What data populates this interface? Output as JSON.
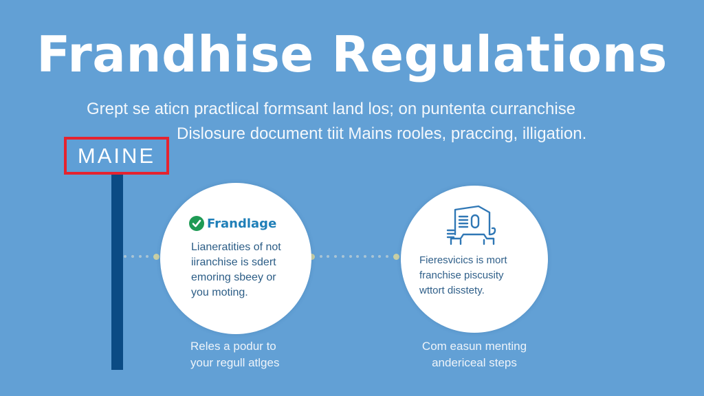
{
  "header": {
    "title": "Frandhise Regulations",
    "subtitle_lines": [
      "Grept se aticn practlical formsant land los; on puntenta curranchise",
      "Dislosure document tiit Mains rooles, praccing, illigation."
    ]
  },
  "sign": {
    "label": "MAINE",
    "border_color": "#e5232f",
    "pole_color": "#0b4b84"
  },
  "cards": [
    {
      "icon": "checkmark-icon",
      "brand": "Frandlage",
      "lines": [
        "Lianeratities of not",
        "iiranchise is sdert",
        "emoring sbeey or",
        "you moting."
      ],
      "caption_lines": [
        "Reles a podur to",
        "your regull atlges"
      ]
    },
    {
      "icon": "building-icon",
      "lines": [
        "Fieresvicics is mort",
        "franchise piscusity",
        "wttort disstety."
      ],
      "caption_lines": [
        "Com easun menting",
        "andericeal steps"
      ]
    }
  ],
  "colors": {
    "background": "#62a0d5",
    "text_dark": "#2c5d86",
    "brand_blue": "#1f7fb8",
    "check_green": "#1e9a54"
  }
}
